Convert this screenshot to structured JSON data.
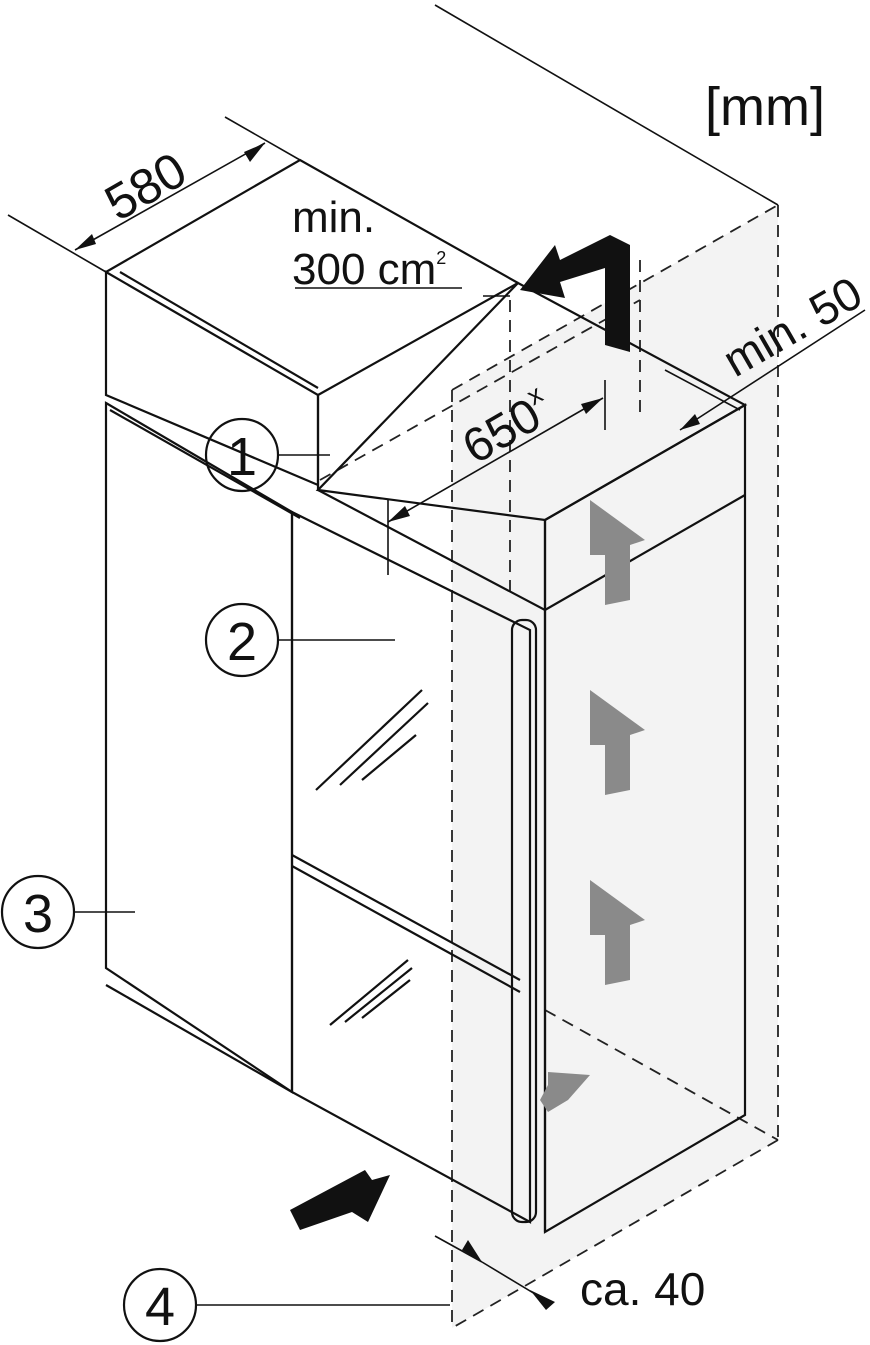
{
  "unit_label": "[mm]",
  "dimensions": {
    "depth": "580",
    "vent_area_line1": "min.",
    "vent_area_line2": "300 cm",
    "vent_area_sup": "2",
    "niche_depth": "650",
    "niche_depth_sup": "x",
    "gap_top": "min. 50",
    "plinth_gap": "ca. 40"
  },
  "callouts": [
    "1",
    "2",
    "3",
    "4"
  ],
  "colors": {
    "line": "#111111",
    "door_panel": "#e2e2e2",
    "airflow_arrow": "#8a8a8a",
    "vent_zone": "#f2f2f2"
  },
  "icons": [
    "airflow-in-arrow-icon",
    "airflow-out-arrow-icon",
    "airflow-up-arrow-icon"
  ]
}
